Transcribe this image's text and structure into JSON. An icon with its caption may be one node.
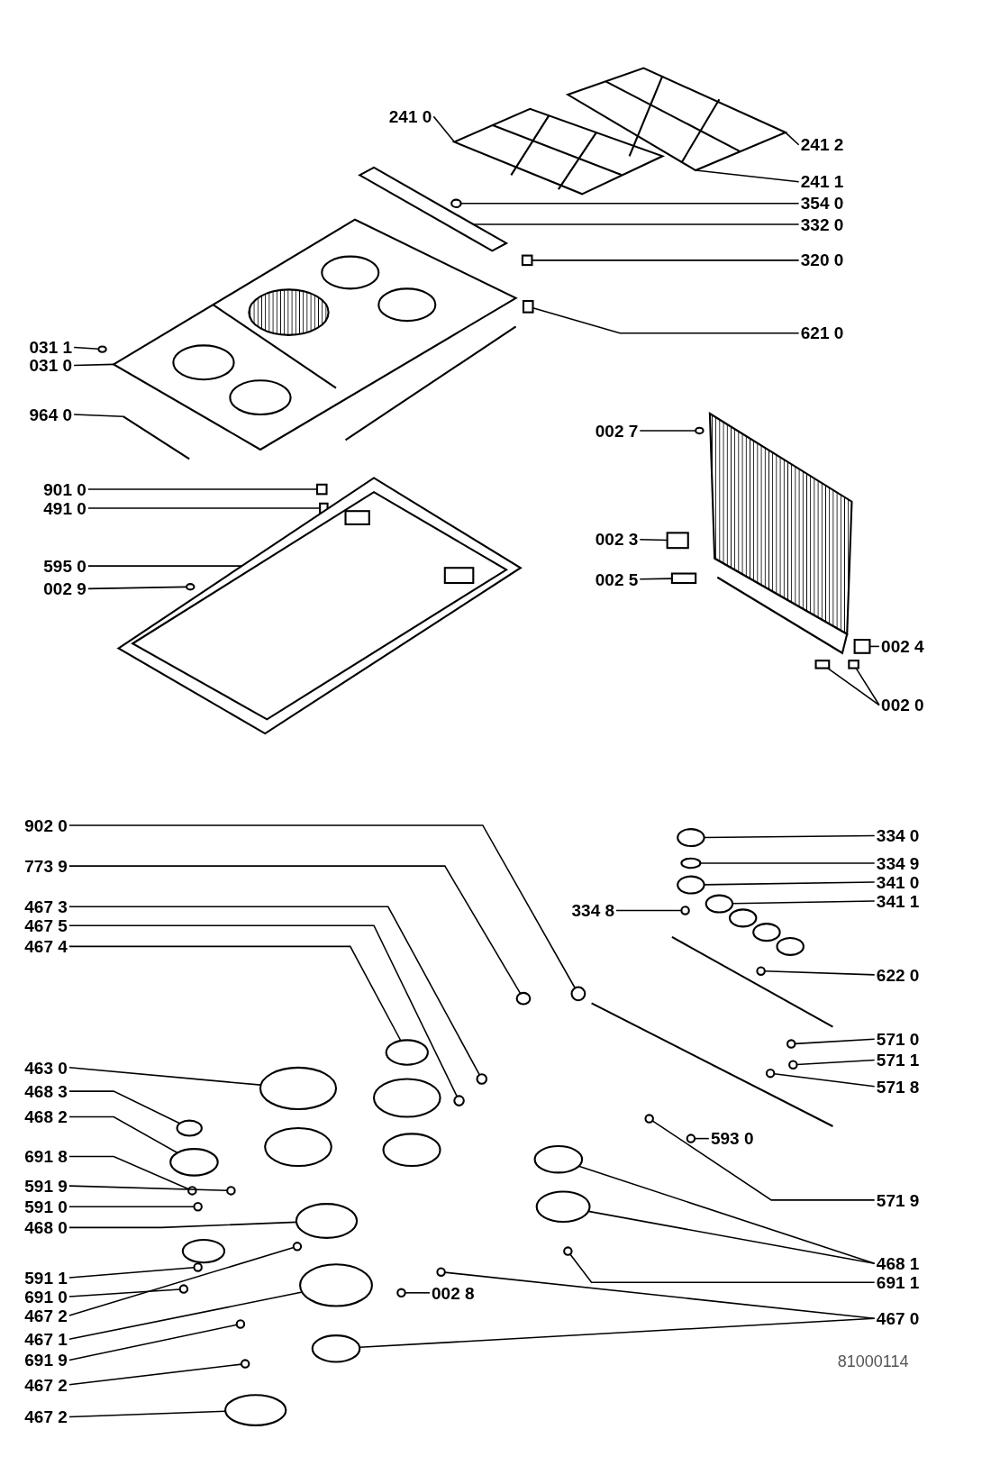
{
  "diagram": {
    "nodes": [
      {
        "text": [
          "241 0"
        ]
      },
      {
        "text": [
          "241 2"
        ]
      },
      {
        "text": [
          "241 1"
        ]
      },
      {
        "text": [
          "354 0"
        ]
      },
      {
        "text": [
          "332 0"
        ]
      },
      {
        "text": [
          "320 0"
        ]
      },
      {
        "text": [
          "621 0"
        ]
      },
      {
        "text": [
          "031 1"
        ]
      },
      {
        "text": [
          "031 0"
        ]
      },
      {
        "text": [
          "964 0"
        ]
      },
      {
        "text": [
          "002 7"
        ]
      },
      {
        "text": [
          "901 0"
        ]
      },
      {
        "text": [
          "491 0"
        ]
      },
      {
        "text": [
          "595 0"
        ]
      },
      {
        "text": [
          "002 9"
        ]
      },
      {
        "text": [
          "002 3"
        ]
      },
      {
        "text": [
          "002 5"
        ]
      },
      {
        "text": [
          "002 4"
        ]
      },
      {
        "text": [
          "002 0"
        ]
      },
      {
        "text": [
          "902 0"
        ]
      },
      {
        "text": [
          "773 9"
        ]
      },
      {
        "text": [
          "467 3"
        ]
      },
      {
        "text": [
          "467 5"
        ]
      },
      {
        "text": [
          "467 4"
        ]
      },
      {
        "text": [
          "463 0"
        ]
      },
      {
        "text": [
          "468 3"
        ]
      },
      {
        "text": [
          "468 2"
        ]
      },
      {
        "text": [
          "691 8"
        ]
      },
      {
        "text": [
          "591 9"
        ]
      },
      {
        "text": [
          "591 0"
        ]
      },
      {
        "text": [
          "468 0"
        ]
      },
      {
        "text": [
          "591 1"
        ]
      },
      {
        "text": [
          "691 0"
        ]
      },
      {
        "text": [
          "467 2"
        ]
      },
      {
        "text": [
          "467 1"
        ]
      },
      {
        "text": [
          "691 9"
        ]
      },
      {
        "text": [
          "467 2"
        ]
      },
      {
        "text": [
          "467 2"
        ]
      },
      {
        "text": [
          "334 0"
        ]
      },
      {
        "text": [
          "334 9"
        ]
      },
      {
        "text": [
          "341 0"
        ]
      },
      {
        "text": [
          "341 1"
        ]
      },
      {
        "text": [
          "334 8"
        ]
      },
      {
        "text": [
          "622 0"
        ]
      },
      {
        "text": [
          "571 0"
        ]
      },
      {
        "text": [
          "571 1"
        ]
      },
      {
        "text": [
          "571 8"
        ]
      },
      {
        "text": [
          "593 0"
        ]
      },
      {
        "text": [
          "571 9"
        ]
      },
      {
        "text": [
          "468 1"
        ]
      },
      {
        "text": [
          "691 1"
        ]
      },
      {
        "text": [
          "467 0"
        ]
      },
      {
        "text": [
          "002 8"
        ]
      },
      {
        "text": [],
        "shape": "picture"
      },
      {
        "text": [],
        "shape": "picture"
      },
      {
        "text": [],
        "shape": "circle"
      },
      {
        "text": [],
        "shape": "picture"
      },
      {
        "text": [],
        "shape": "box"
      },
      {
        "text": [],
        "shape": "box"
      },
      {
        "text": [],
        "shape": "circle"
      },
      {
        "text": [],
        "shape": "picture"
      },
      {
        "text": [],
        "shape": "picture"
      },
      {
        "text": [],
        "shape": "circle"
      },
      {
        "text": [],
        "shape": "box"
      },
      {
        "text": [],
        "shape": "box"
      },
      {
        "text": [],
        "shape": "picture"
      },
      {
        "text": [],
        "shape": "circle"
      },
      {
        "text": [],
        "shape": "box"
      },
      {
        "text": [],
        "shape": "box"
      },
      {
        "text": [],
        "shape": "box"
      },
      {
        "text": [],
        "shape": "box"
      },
      {
        "text": [],
        "shape": "box"
      },
      {
        "text": [],
        "shape": "circle"
      },
      {
        "text": [],
        "shape": "circle"
      },
      {
        "text": [],
        "shape": "circle"
      },
      {
        "text": [],
        "shape": "circle"
      },
      {
        "text": [],
        "shape": "circle"
      },
      {
        "text": [],
        "shape": "circle"
      },
      {
        "text": [],
        "shape": "circle"
      },
      {
        "text": [],
        "shape": "circle"
      },
      {
        "text": [],
        "shape": "circle"
      },
      {
        "text": [],
        "shape": "circle"
      },
      {
        "text": [],
        "shape": "circle"
      },
      {
        "text": [],
        "shape": "circle"
      },
      {
        "text": [],
        "shape": "circle"
      },
      {
        "text": [],
        "shape": "circle"
      },
      {
        "text": [],
        "shape": "circle"
      },
      {
        "text": [],
        "shape": "circle"
      },
      {
        "text": [],
        "shape": "circle"
      },
      {
        "text": [],
        "shape": "circle"
      },
      {
        "text": [],
        "shape": "circle"
      },
      {
        "text": [],
        "shape": "circle"
      },
      {
        "text": [],
        "shape": "circle"
      },
      {
        "text": [],
        "shape": "circle"
      },
      {
        "text": [],
        "shape": "circle"
      },
      {
        "text": [],
        "shape": "circle"
      },
      {
        "text": [],
        "shape": "circle"
      },
      {
        "text": [],
        "shape": "circle"
      },
      {
        "text": [],
        "shape": "circle"
      },
      {
        "text": [],
        "shape": "circle"
      },
      {
        "text": [],
        "shape": "circle"
      },
      {
        "text": [],
        "shape": "circle"
      },
      {
        "text": [],
        "shape": "circle"
      },
      {
        "text": [],
        "shape": "circle"
      },
      {
        "text": [],
        "shape": "circle"
      },
      {
        "text": [],
        "shape": "circle"
      },
      {
        "text": [],
        "shape": "circle"
      },
      {
        "text": [],
        "shape": "circle"
      }
    ],
    "edges": [
      {
        "from": 0,
        "to": 53,
        "arrow": "none"
      },
      {
        "from": 1,
        "to": 54,
        "arrow": "none"
      },
      {
        "from": 2,
        "to": 54,
        "arrow": "none"
      },
      {
        "from": 3,
        "to": 55,
        "arrow": "none"
      },
      {
        "from": 4,
        "to": 56,
        "arrow": "none"
      },
      {
        "from": 5,
        "to": 57,
        "arrow": "none"
      },
      {
        "from": 6,
        "to": 58,
        "arrow": "none"
      },
      {
        "from": 7,
        "to": 59,
        "arrow": "none"
      },
      {
        "from": 8,
        "to": 60,
        "arrow": "none"
      },
      {
        "from": 9,
        "to": 61,
        "arrow": "none"
      },
      {
        "from": 10,
        "to": 62,
        "arrow": "none"
      },
      {
        "from": 11,
        "to": 63,
        "arrow": "none"
      },
      {
        "from": 12,
        "to": 64,
        "arrow": "none"
      },
      {
        "from": 13,
        "to": 65,
        "arrow": "none"
      },
      {
        "from": 14,
        "to": 66,
        "arrow": "none"
      },
      {
        "from": 15,
        "to": 67,
        "arrow": "none"
      },
      {
        "from": 16,
        "to": 68,
        "arrow": "none"
      },
      {
        "from": 17,
        "to": 69,
        "arrow": "none"
      },
      {
        "from": 18,
        "to": 70,
        "arrow": "none"
      },
      {
        "from": 18,
        "to": 71,
        "arrow": "none"
      },
      {
        "from": 19,
        "to": 72,
        "arrow": "none"
      },
      {
        "from": 20,
        "to": 73,
        "arrow": "none"
      },
      {
        "from": 21,
        "to": 74,
        "arrow": "none"
      },
      {
        "from": 22,
        "to": 75,
        "arrow": "none"
      },
      {
        "from": 23,
        "to": 76,
        "arrow": "none"
      },
      {
        "from": 24,
        "to": 77,
        "arrow": "none"
      },
      {
        "from": 25,
        "to": 78,
        "arrow": "none"
      },
      {
        "from": 26,
        "to": 79,
        "arrow": "none"
      },
      {
        "from": 27,
        "to": 80,
        "arrow": "none"
      },
      {
        "from": 28,
        "to": 81,
        "arrow": "none"
      },
      {
        "from": 29,
        "to": 82,
        "arrow": "none"
      },
      {
        "from": 30,
        "to": 83,
        "arrow": "none"
      },
      {
        "from": 31,
        "to": 84,
        "arrow": "none"
      },
      {
        "from": 32,
        "to": 85,
        "arrow": "none"
      },
      {
        "from": 33,
        "to": 86,
        "arrow": "none"
      },
      {
        "from": 34,
        "to": 87,
        "arrow": "none"
      },
      {
        "from": 35,
        "to": 88,
        "arrow": "none"
      },
      {
        "from": 36,
        "to": 89,
        "arrow": "none"
      },
      {
        "from": 37,
        "to": 90,
        "arrow": "none"
      },
      {
        "from": 38,
        "to": 91,
        "arrow": "none"
      },
      {
        "from": 39,
        "to": 92,
        "arrow": "none"
      },
      {
        "from": 40,
        "to": 93,
        "arrow": "none"
      },
      {
        "from": 41,
        "to": 94,
        "arrow": "none"
      },
      {
        "from": 42,
        "to": 95,
        "arrow": "none"
      },
      {
        "from": 43,
        "to": 96,
        "arrow": "none"
      },
      {
        "from": 44,
        "to": 97,
        "arrow": "none"
      },
      {
        "from": 45,
        "to": 98,
        "arrow": "none"
      },
      {
        "from": 46,
        "to": 99,
        "arrow": "none"
      },
      {
        "from": 47,
        "to": 100,
        "arrow": "none"
      },
      {
        "from": 48,
        "to": 101,
        "arrow": "none"
      },
      {
        "from": 49,
        "to": 102,
        "arrow": "none"
      },
      {
        "from": 49,
        "to": 103,
        "arrow": "none"
      },
      {
        "from": 50,
        "to": 104,
        "arrow": "none"
      },
      {
        "from": 51,
        "to": 105,
        "arrow": "none"
      },
      {
        "from": 51,
        "to": 106,
        "arrow": "none"
      },
      {
        "from": 52,
        "to": 107,
        "arrow": "none"
      }
    ],
    "labels": [
      "81000114"
    ]
  }
}
